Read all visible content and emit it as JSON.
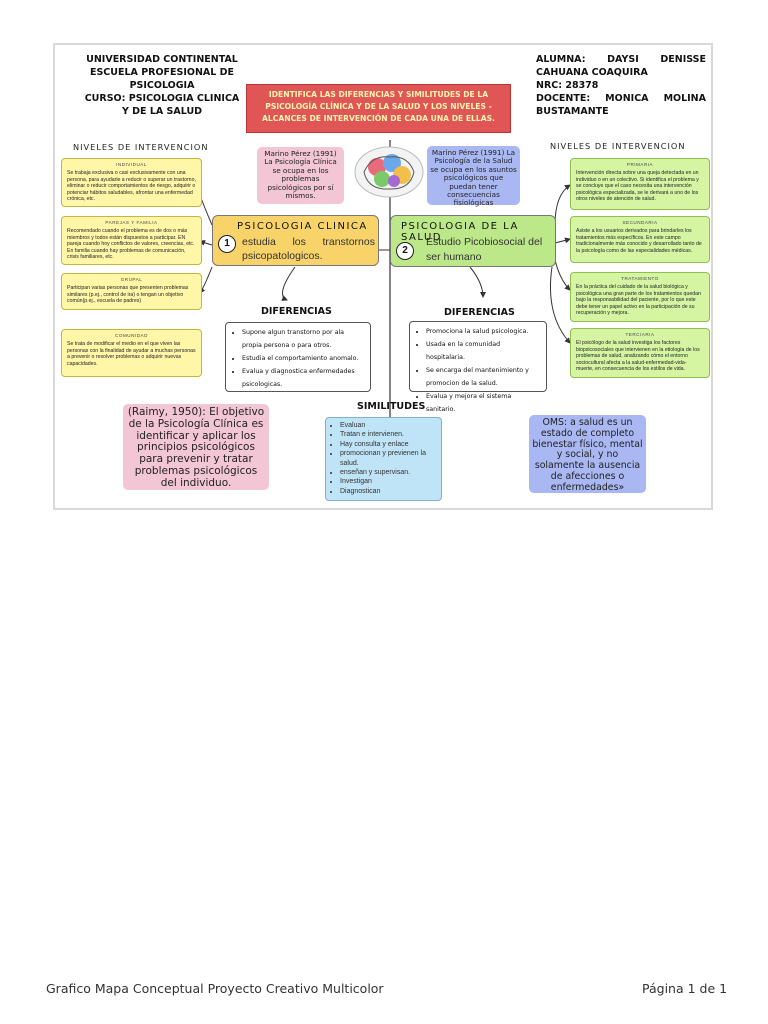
{
  "header": {
    "left": [
      "UNIVERSIDAD CONTINENTAL",
      "ESCUELA PROFESIONAL DE PSICOLOGIA",
      "CURSO: PSICOLOGIA CLINICA Y DE LA SALUD"
    ],
    "right": [
      "ALUMNA: DAYSI DENISSE CAHUANA COAQUIRA",
      "NRC: 28378",
      "DOCENTE: MONICA MOLINA BUSTAMANTE"
    ]
  },
  "title": "IDENTIFICA LAS DIFERENCIAS Y SIMILITUDES DE LA PSICOLOGÍA CLÍNICA Y DE LA SALUD Y LOS NIVELES - ALCANCES DE INTERVENCIÓN DE CADA UNA DE ELLAS.",
  "niveles_label": "NIVELES DE INTERVENCION",
  "left_levels": [
    {
      "title": "INDIVIDUAL",
      "text": "Se trabaja exclusiva o casi exclusivamente con una persona, para ayudarle a reducir o superar un trastorno, eliminar o reducir comportamientos de riesgo, adquirir o potenciar hábitos saludables, afrontar una enfermedad crónica, etc."
    },
    {
      "title": "PAREJAS Y FAMILIA",
      "text": "Recomendado cuando el problema es de dos o más miembros y todos están dispuestos a participar. EN pareja cuando hoy conflictos de valores, creencias, etc. En familia cuando hay problemas de comunicación, crisis familiares, etc."
    },
    {
      "title": "GRUPAL",
      "text": "Participan varias personas que presenten problemas similares (p.ej., control de ira) o tengan un objetivo común(p.ej., escuela de padres)"
    },
    {
      "title": "COMUNIDAD",
      "text": "Se trata de modificar el medio en el que viven las personas con la finalidad de ayudar a muchas personas a prevenir o resolver problemas o adquirir nuevas capacidades."
    }
  ],
  "right_levels": [
    {
      "title": "PRIMARIA",
      "text": "Intervención directa sobre una queja detectada en un individuo o en un colectivo. Si identifica el problema y se concluye que el caso necesita una intervención psicológica especializada, se le derivará a uno de los otros niveles de atención de salud."
    },
    {
      "title": "SECUNDARIA",
      "text": "Asiste a los usuarios derivados para brindarles los tratamientos más específicos. En este campo tradicionalmente más conocido y desarrollado tanto de la psicología como de las especialidades médicas."
    },
    {
      "title": "TRATAMIENTO",
      "text": "En la práctica del cuidado de la salud biológica y psicológica una gran parte de los tratamientos quedan bajo la responsabilidad del paciente, por lo que este debe tener un papel activo en la participación de su recuperación y mejora."
    },
    {
      "title": "TERCIARIA",
      "text": "El psicólogo de la salud investiga los factores biopsicosociales que intervienen en la etiología de los problemas de salud, analizando cómo el entorno sociocultural afecta a la salud-enfermedad-vida-muerte, en consecuencia de los estilos de vida."
    }
  ],
  "quote_clinica": "Marino Pérez (1991) La Psicología Clínica se ocupa en los problemas psicológicos por sí mismos.",
  "quote_salud": "Marino Pérez (1991) La Psicología de la Salud se ocupa en los asuntos psicológicos que puedan tener consecuencias fisiológicas",
  "clinica": {
    "number": "1",
    "label": "PSICOLOGIA CLINICA",
    "desc": "estudia los transtornos psicopatologicos."
  },
  "salud": {
    "number": "2",
    "label": "PSICOLOGIA DE LA SALUD",
    "desc": "Estudio Picobiosocial del ser humano"
  },
  "diferencias_label": "DIFERENCIAS",
  "diff_clinica": [
    "Supone algun transtorno por ala propia persona o para otros.",
    "Estudia el comportamiento anomalo.",
    "Evalua y diagnostica enfermedades psicologicas."
  ],
  "diff_salud": [
    "Promociona la salud psicologica.",
    "Usada en la comunidad hospitalaria.",
    "Se encarga del mantenimiento y promocion de la salud.",
    "Evalua y mejora el sistema sanitario."
  ],
  "similitudes_label": "SIMILITUDES",
  "similitudes": [
    "Evaluan",
    "Tratan e intervienen.",
    "Hay consulta y enlace",
    "promocionan y previenen la salud.",
    "enseñan y supervisan.",
    "Investigan",
    "Diagnostican"
  ],
  "raimy_quote": "(Raimy, 1950): El objetivo de la Psicología Clínica es identificar y aplicar los principios psicológicos para prevenir y tratar problemas psicológicos del individuo.",
  "oms_quote": "OMS: a salud es un estado de completo bienestar físico, mental y social, y no solamente la ausencia de afecciones o enfermedades»",
  "footer": {
    "left": "Grafico Mapa Conceptual Proyecto Creativo Multicolor",
    "right": "Página 1 de 1"
  },
  "colors": {
    "title_bg": "#e05555",
    "clinica_bg": "#f7d36a",
    "salud_bg": "#bde88a",
    "left_level_bg": "#fff6a8",
    "right_level_bg": "#d6f5a3",
    "sim_bg": "#bfe3f7",
    "pink_quote": "#f2c6d4",
    "blue_quote": "#a9b8f2"
  }
}
